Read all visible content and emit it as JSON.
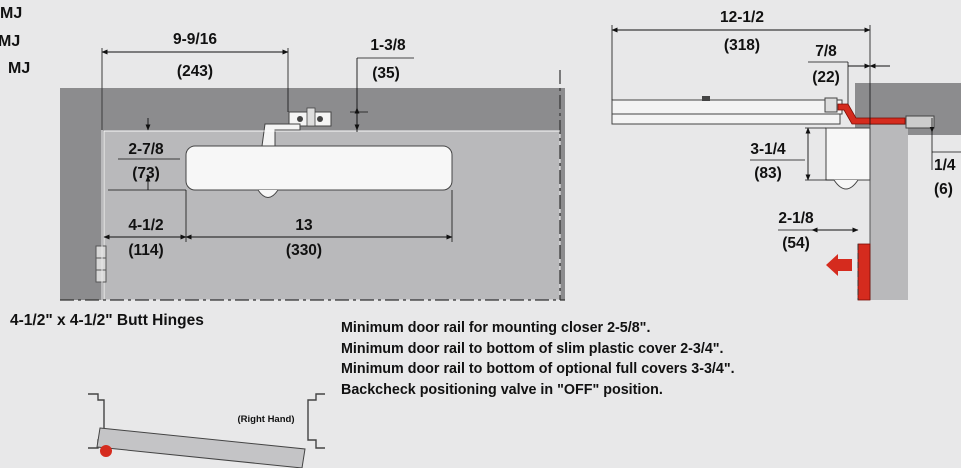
{
  "header_labels": [
    "MJ",
    "MJ",
    "MJ"
  ],
  "front_view": {
    "dim_closer_arm": {
      "frac": "9-9/16",
      "mm": "(243)"
    },
    "dim_bracket": {
      "frac": "1-3/8",
      "mm": "(35)"
    },
    "dim_drop": {
      "frac": "2-7/8",
      "mm": "(73)"
    },
    "dim_edge": {
      "frac": "4-1/2",
      "mm": "(114)"
    },
    "dim_body": {
      "frac": "13",
      "mm": "(330)"
    },
    "hinge_label": "4-1/2\" x 4-1/2\" Butt Hinges"
  },
  "side_view": {
    "dim_overall": {
      "frac": "12-1/2",
      "mm": "(318)"
    },
    "dim_bracket": {
      "frac": "7/8",
      "mm": "(22)"
    },
    "dim_body_height": {
      "frac": "3-1/4",
      "mm": "(83)"
    },
    "dim_rail": {
      "frac": "2-1/8",
      "mm": "(54)"
    },
    "dim_offset": {
      "frac": "1/4",
      "mm": "(6)"
    }
  },
  "notes": [
    "Minimum door rail for mounting closer 2-5/8\".",
    "Minimum door rail to bottom of slim plastic cover 2-3/4\".",
    "Minimum door rail to bottom of optional full covers 3-3/4\".",
    "Backcheck positioning valve in \"OFF\" position."
  ],
  "plan_view": {
    "hand_label": "(Right Hand)"
  },
  "colors": {
    "background": "#e8e8e9",
    "frame": "#8c8c8e",
    "door": "#b9b9bb",
    "accent": "#d52b1e"
  }
}
